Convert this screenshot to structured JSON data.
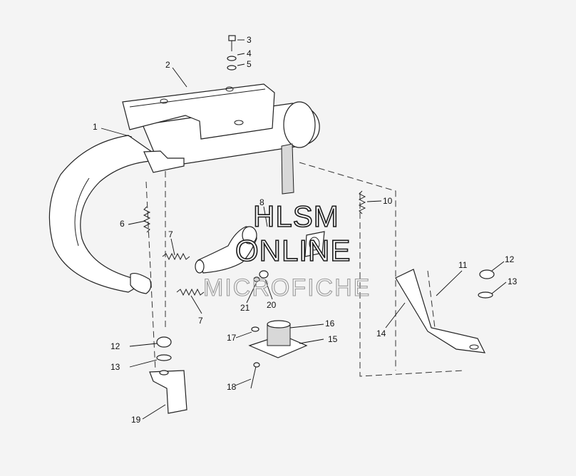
{
  "watermark": {
    "line1": "HLSM",
    "line2": "ONLINE",
    "line3": "MICROFICHE"
  },
  "callouts": {
    "c1": "1",
    "c2": "2",
    "c3": "3",
    "c4": "4",
    "c5": "5",
    "c6": "6",
    "c7a": "7",
    "c7b": "7",
    "c8": "8",
    "c10": "10",
    "c11": "11",
    "c12a": "12",
    "c12b": "12",
    "c13a": "13",
    "c13b": "13",
    "c14": "14",
    "c15": "15",
    "c16": "16",
    "c17": "17",
    "c18": "18",
    "c19": "19",
    "c20": "20",
    "c21": "21"
  },
  "colors": {
    "background": "#f4f4f4",
    "ink": "#222222",
    "shade": "#d8d8d8"
  }
}
